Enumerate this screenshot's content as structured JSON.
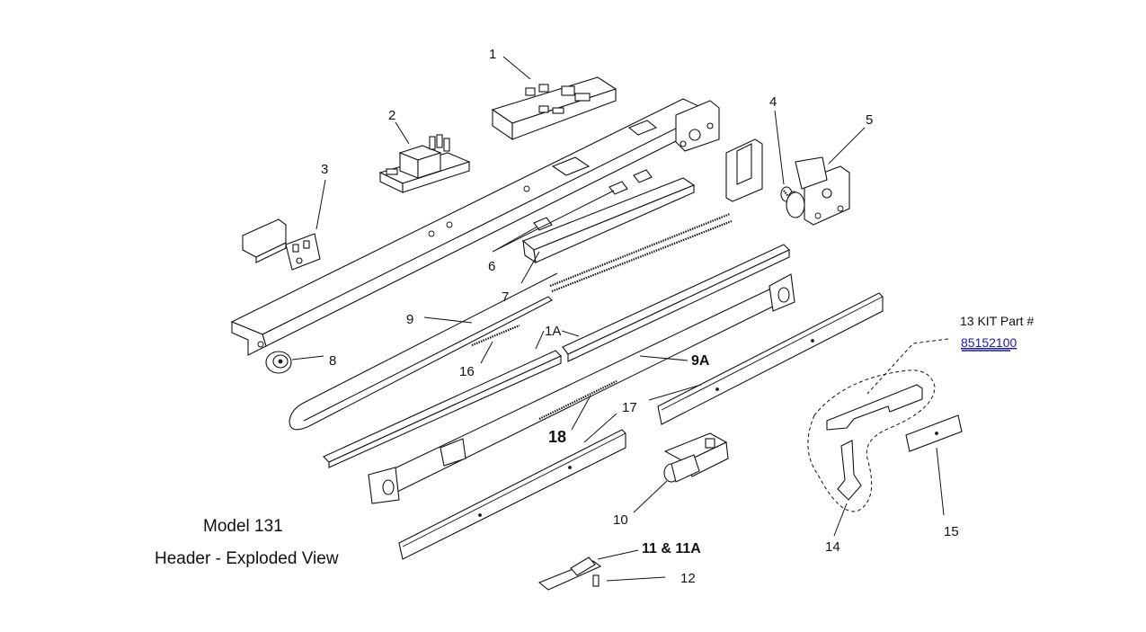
{
  "title": {
    "line1": "Model 131",
    "line2": "Header - Exploded View"
  },
  "kit": {
    "label": "13 KIT Part #",
    "part_number": "85152100"
  },
  "callouts": {
    "c1": "1",
    "c2": "2",
    "c3": "3",
    "c4": "4",
    "c5": "5",
    "c6": "6",
    "c7": "7",
    "c8": "8",
    "c9": "9",
    "c9a": "9A",
    "c1a": "1A",
    "c10": "10",
    "c11": "11 & 11A",
    "c12": "12",
    "c14": "14",
    "c15": "15",
    "c16": "16",
    "c17a": "17",
    "c17b": "17",
    "c18": "18"
  }
}
